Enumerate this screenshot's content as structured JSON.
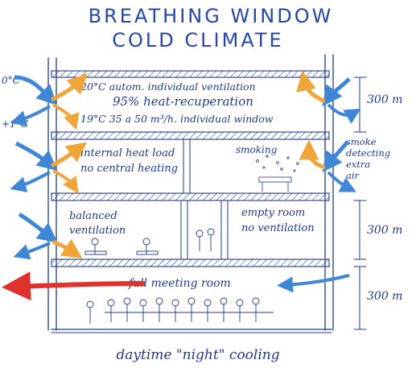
{
  "title": {
    "line1": "BREATHING WINDOW",
    "line2": "COLD CLIMATE"
  },
  "floors": [
    {
      "id": "top",
      "left_temps": [
        "0°C",
        "+1°C"
      ],
      "lines": [
        "20°C autom. individual ventilation",
        "95% heat-recuperation",
        "19°C 35 a 50 m³/h. individual window"
      ],
      "dimension": "300 m"
    },
    {
      "id": "second",
      "left_lines": [
        "internal heat load",
        "no central heating"
      ],
      "right_label": "smoking",
      "side_note": [
        "smoke",
        "detecting",
        "extra",
        "air"
      ]
    },
    {
      "id": "third",
      "left_lines": [
        "balanced",
        "ventilation"
      ],
      "right_lines": [
        "empty room",
        "no ventilation"
      ],
      "dimension": "300 m"
    },
    {
      "id": "bottom",
      "label": "full meeting room",
      "dimension": "300 m"
    }
  ],
  "caption": "daytime \"night\" cooling",
  "colors": {
    "ink": "#1f3b8c",
    "warm_air": "#f0a53a",
    "cold_air": "#3f86d6",
    "exhaust": "#e0322d"
  }
}
